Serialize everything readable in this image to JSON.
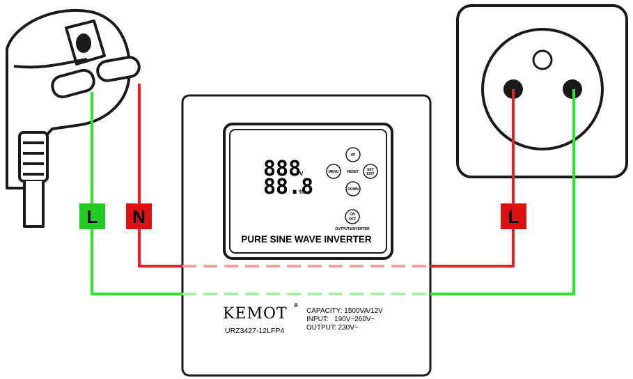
{
  "inverter": {
    "display_top": "888",
    "display_top_unit": "V",
    "display_bottom": "88.8",
    "display_bottom_unit": "%",
    "buttons": {
      "up": "UP",
      "menu": "MENU",
      "reset": "RESET",
      "set_line1": "SET",
      "set_line2": "EXIT",
      "down": "DOWN",
      "on": "ON",
      "off": "OFF",
      "power_caption": "OUTPUT&INVERTER"
    },
    "panel_title": "PURE SINE WAVE INVERTER",
    "brand": "KEMOT",
    "brand_mark": "®",
    "model": "URZ3427-12LFP4",
    "specs": {
      "capacity": "CAPACITY: 1500VA/12V",
      "input": "INPUT:   190V~260V~",
      "output": "OUTPUT: 230V~"
    }
  },
  "wire_labels": {
    "plug_live": "L",
    "plug_neutral": "N",
    "socket_live": "L"
  },
  "colors": {
    "live_wire": "#2ee52e",
    "neutral_wire": "#ee1c25",
    "live_tag": "#22cc22",
    "neutral_tag": "#dd1111",
    "faded_live": "#a8f0a8",
    "faded_neutral": "#f5a0a0"
  },
  "icons": [
    "euro-plug-icon",
    "french-socket-icon"
  ]
}
